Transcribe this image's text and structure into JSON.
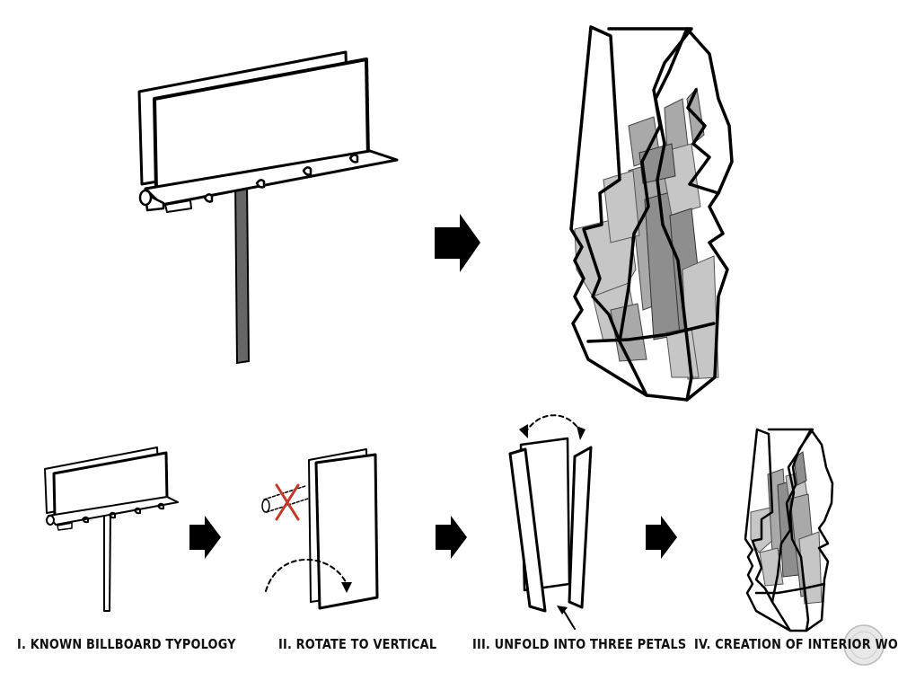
{
  "steps": [
    {
      "label": "I. KNOWN BILLBOARD TYPOLOGY"
    },
    {
      "label": "II. ROTATE TO VERTICAL"
    },
    {
      "label": "III. UNFOLD INTO THREE PETALS"
    },
    {
      "label": "IV. CREATION OF INTERIOR WORLD"
    }
  ],
  "colors": {
    "ink": "#000000",
    "pole": "#666666",
    "interior_light": "#c6c6c6",
    "interior_mid": "#a9a9a9",
    "interior_dark": "#8e8e8e",
    "cross": "#c0392b"
  },
  "icons": [
    "right-arrow-icon",
    "cross-out-icon",
    "curved-arrow-icon",
    "pointer-arrow-icon",
    "watermark-icon"
  ]
}
